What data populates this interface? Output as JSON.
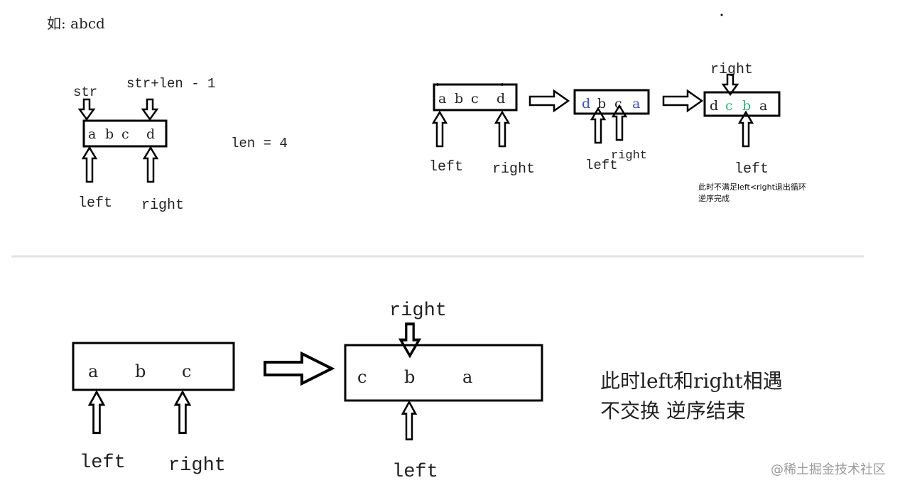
{
  "example_label": "如:  abcd",
  "colors": {
    "ink": "#222222",
    "blue": "#3b4fd8",
    "green": "#2bb673",
    "watermark": "#9a9a9a"
  },
  "diagram1": {
    "str_label": "str",
    "end_label": "str+len - 1",
    "len_label": "len = 4",
    "chars": [
      "a",
      "b",
      "c",
      "d"
    ],
    "left_label": "left",
    "right_label": "right"
  },
  "diagram2": {
    "stage1": {
      "chars": [
        "a",
        "b",
        "c",
        "d"
      ],
      "left_label": "left",
      "right_label": "right"
    },
    "stage2": {
      "chars": [
        "d",
        "b",
        "c",
        "a"
      ],
      "left_label": "left",
      "right_label": "right"
    },
    "stage3": {
      "chars": [
        "d",
        "c",
        "b",
        "a"
      ],
      "right_label": "right",
      "left_label": "left"
    },
    "note_line1": "此时不满足left<right退出循环",
    "note_line2": "逆序完成"
  },
  "diagram3": {
    "stage1": {
      "chars": [
        "a",
        "b",
        "c"
      ],
      "left_label": "left",
      "right_label": "right"
    },
    "stage2": {
      "chars": [
        "c",
        "b",
        "a"
      ],
      "right_label": "right",
      "left_label": "left"
    },
    "caption_line1": "此时left和right相遇",
    "caption_line2": "不交换 逆序结束"
  },
  "watermark": "@稀土掘金技术社区"
}
